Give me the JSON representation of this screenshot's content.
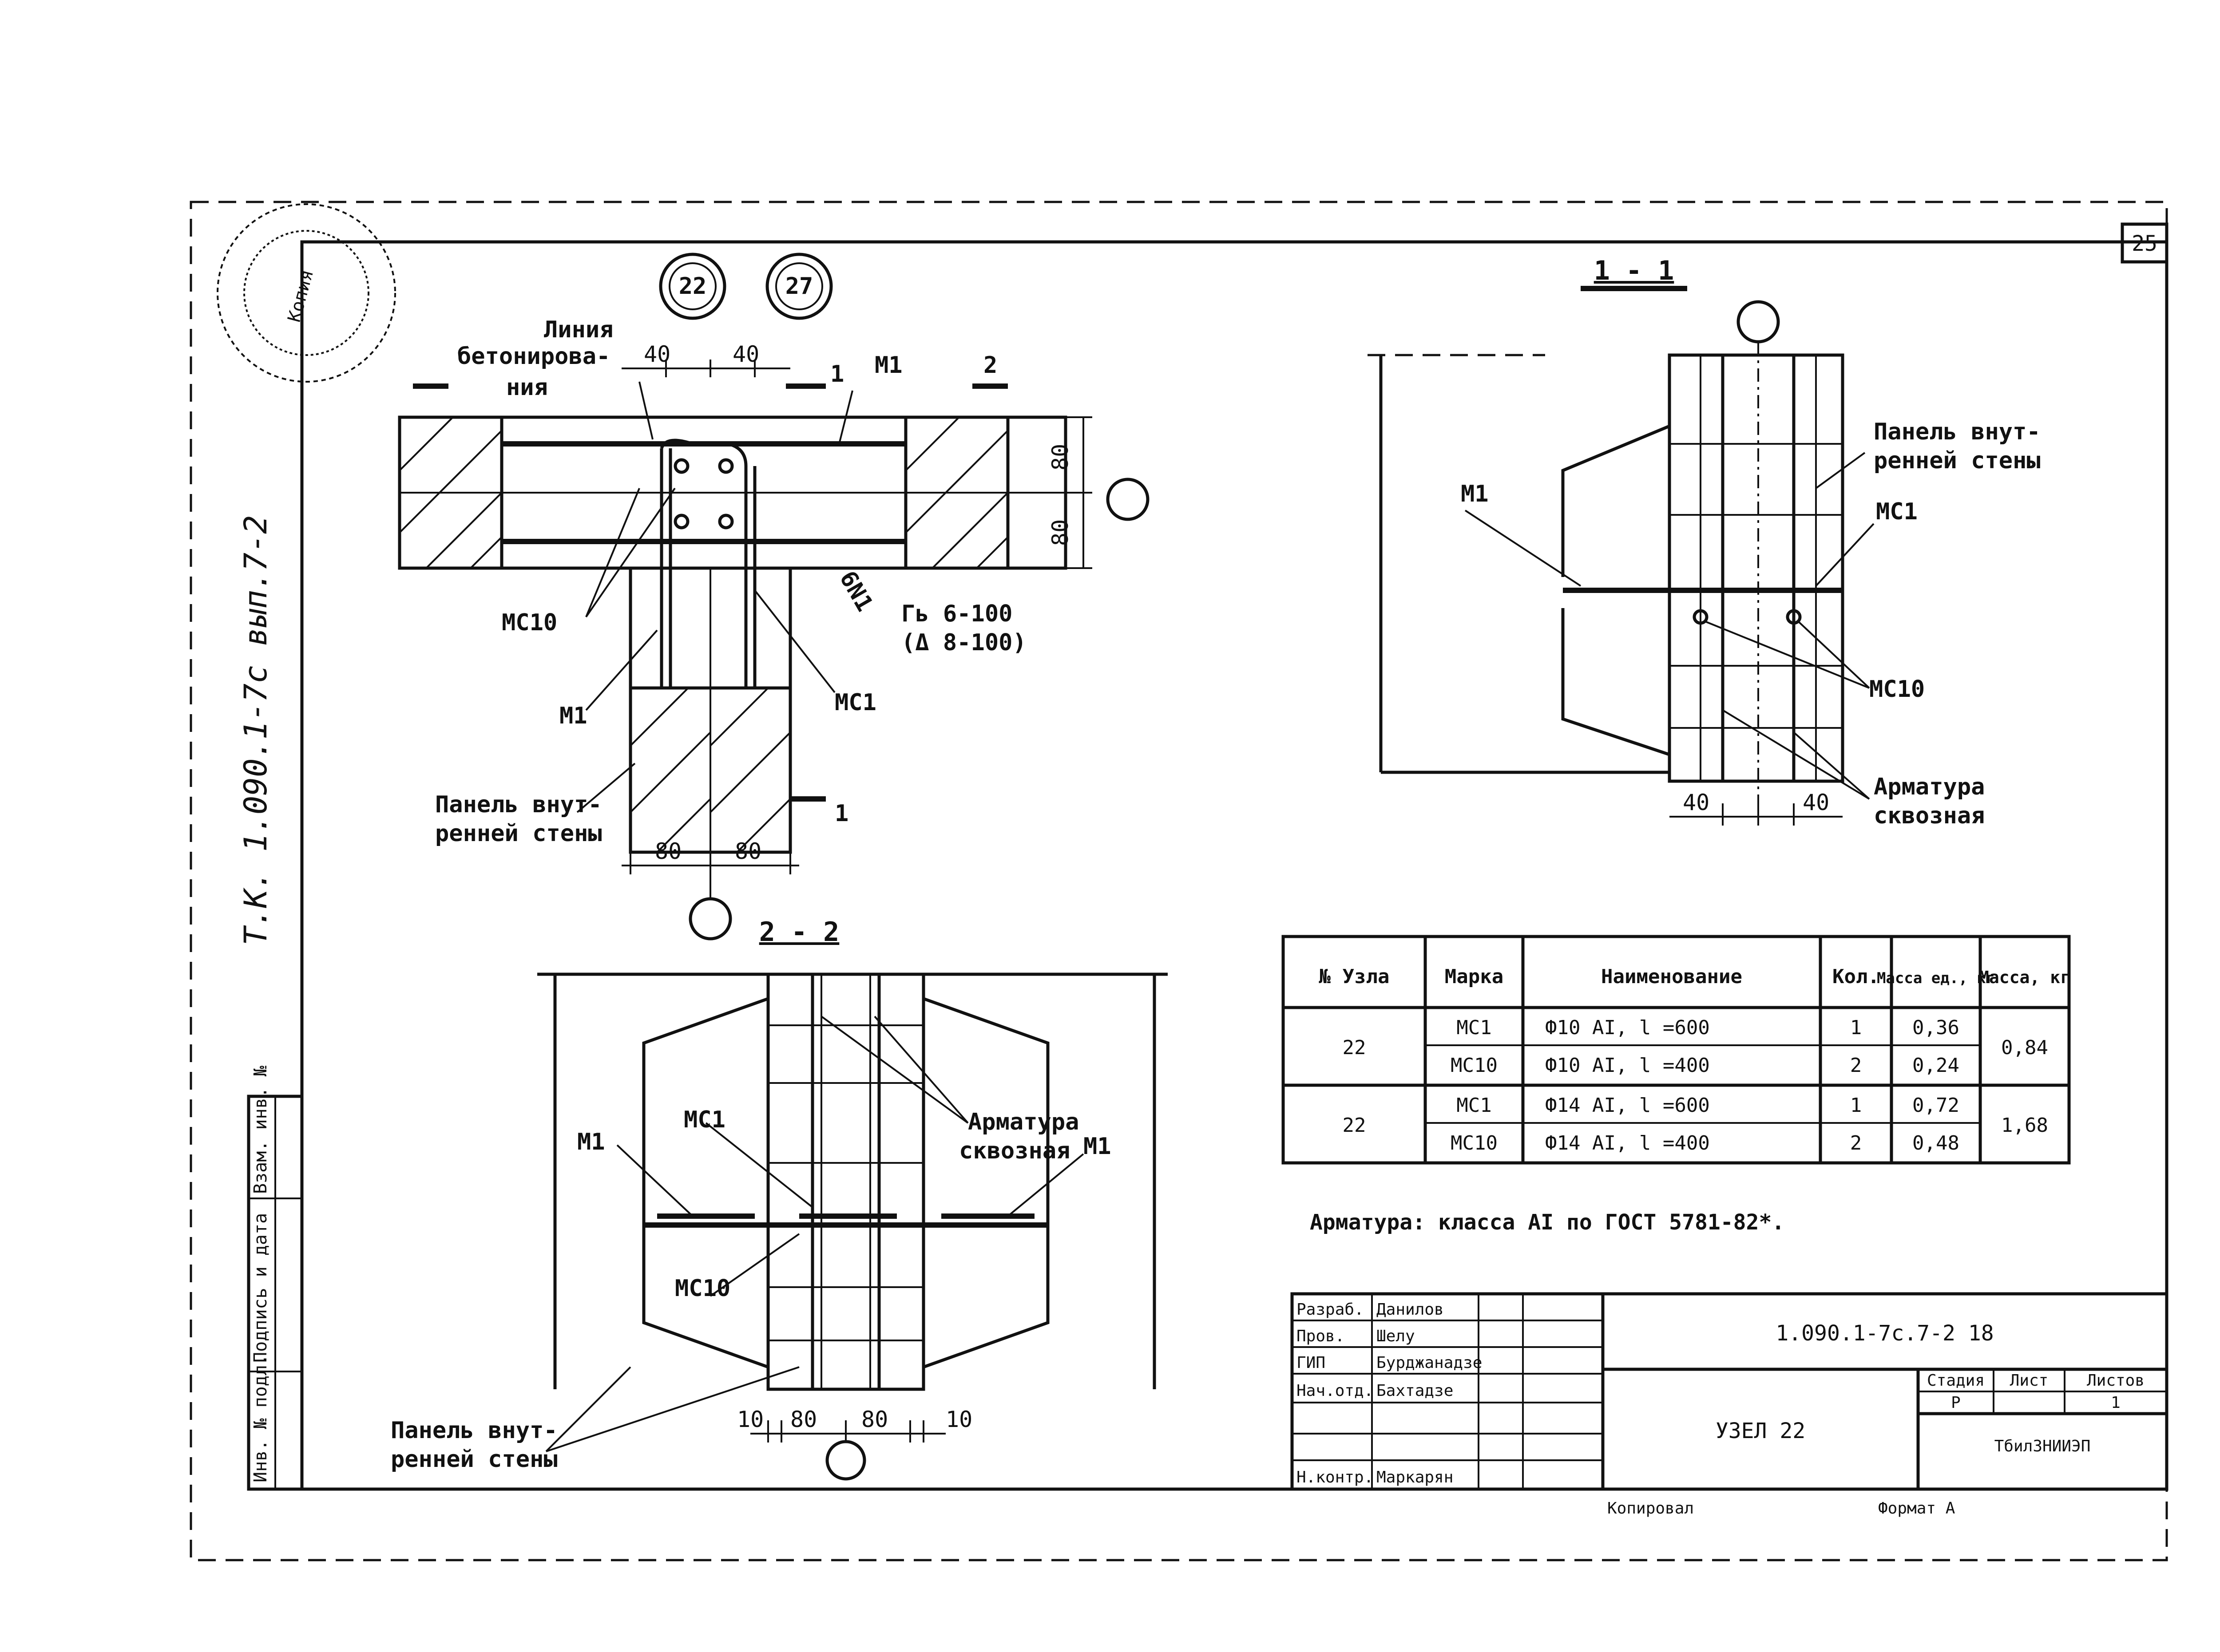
{
  "sheet": {
    "sheet_no": "25",
    "side_note": "Т.К. 1.090.1-7с вып.7-2",
    "bottom_left": "Копировал",
    "bottom_right": "Формат А"
  },
  "node_marks": [
    "22",
    "27"
  ],
  "section_labels": {
    "s1": "1 - 1",
    "s2": "2 - 2"
  },
  "plan_view": {
    "cut_1": "1",
    "cut_2": "2",
    "cut_1b": "1",
    "label_line_1": "Линия",
    "label_line_2": "бетонирова-",
    "label_line_3": "ния",
    "dim_40a": "40",
    "dim_40b": "40",
    "dim_80a": "80",
    "dim_80b": "80",
    "dim_80c": "80",
    "dim_80d": "80",
    "mark_m1_top": "М1",
    "mark_m1_left": "М1",
    "mark_mc10": "МС10",
    "mark_mc1": "МС1",
    "weld_1": "Гь 6-100",
    "weld_2": "(Δ 8-100)",
    "bar_6n1": "6N1",
    "panel_1": "Панель внут-",
    "panel_2": "ренней стены"
  },
  "section_1_1": {
    "panel_1": "Панель внут-",
    "panel_2": "ренней стены",
    "mark_m1": "М1",
    "mark_mc1": "МС1",
    "mark_mc10": "МС10",
    "rebar_1": "Арматура",
    "rebar_2": "сквозная",
    "dim_40a": "40",
    "dim_40b": "40"
  },
  "section_2_2": {
    "mark_m1_left": "М1",
    "mark_m1_right": "М1",
    "mark_mc1": "МС1",
    "mark_mc10": "МС10",
    "rebar_1": "Арматура",
    "rebar_2": "сквозная",
    "panel_1": "Панель внут-",
    "panel_2": "ренней стены",
    "dim_10a": "10",
    "dim_80a": "80",
    "dim_80b": "80",
    "dim_10b": "10"
  },
  "spec_table": {
    "headers": [
      "№ Узла",
      "Марка",
      "Наименование",
      "Кол.",
      "Масса ед., кг",
      "Масса, кг"
    ],
    "groups": [
      {
        "node": "22",
        "total": "0,84",
        "rows": [
          {
            "mark": "МС1",
            "name": "Ф10 АI, l =600",
            "qty": "1",
            "mass": "0,36"
          },
          {
            "mark": "МС10",
            "name": "Ф10 АI, l =400",
            "qty": "2",
            "mass": "0,24"
          }
        ]
      },
      {
        "node": "22",
        "total": "1,68",
        "rows": [
          {
            "mark": "МС1",
            "name": "Ф14 АI, l =600",
            "qty": "1",
            "mass": "0,72"
          },
          {
            "mark": "МС10",
            "name": "Ф14 АI, l =400",
            "qty": "2",
            "mass": "0,48"
          }
        ]
      }
    ]
  },
  "note": "Арматура: класса АI по ГОСТ 5781-82*.",
  "title_block": {
    "roles": [
      "Разраб.",
      "Пров.",
      "ГИП",
      "Нач.отд.",
      "",
      "",
      "Н.контр."
    ],
    "names": [
      "Данилов",
      "Шелу",
      "Бурджанадзе",
      "Бахтадзе",
      "",
      "",
      "Маркарян"
    ],
    "doc_code": "1.090.1-7с.7-2 18",
    "title": "УЗЕЛ 22",
    "stage_hdr": "Стадия",
    "sheet_hdr": "Лист",
    "sheets_hdr": "Листов",
    "stage": "Р",
    "sheets": "1",
    "org": "ТбилЗНИИЭП"
  },
  "left_strip": [
    "Инв. № подл.",
    "Подпись и дата",
    "Взам. инв. №"
  ],
  "stamp": {
    "text": "Копия"
  }
}
